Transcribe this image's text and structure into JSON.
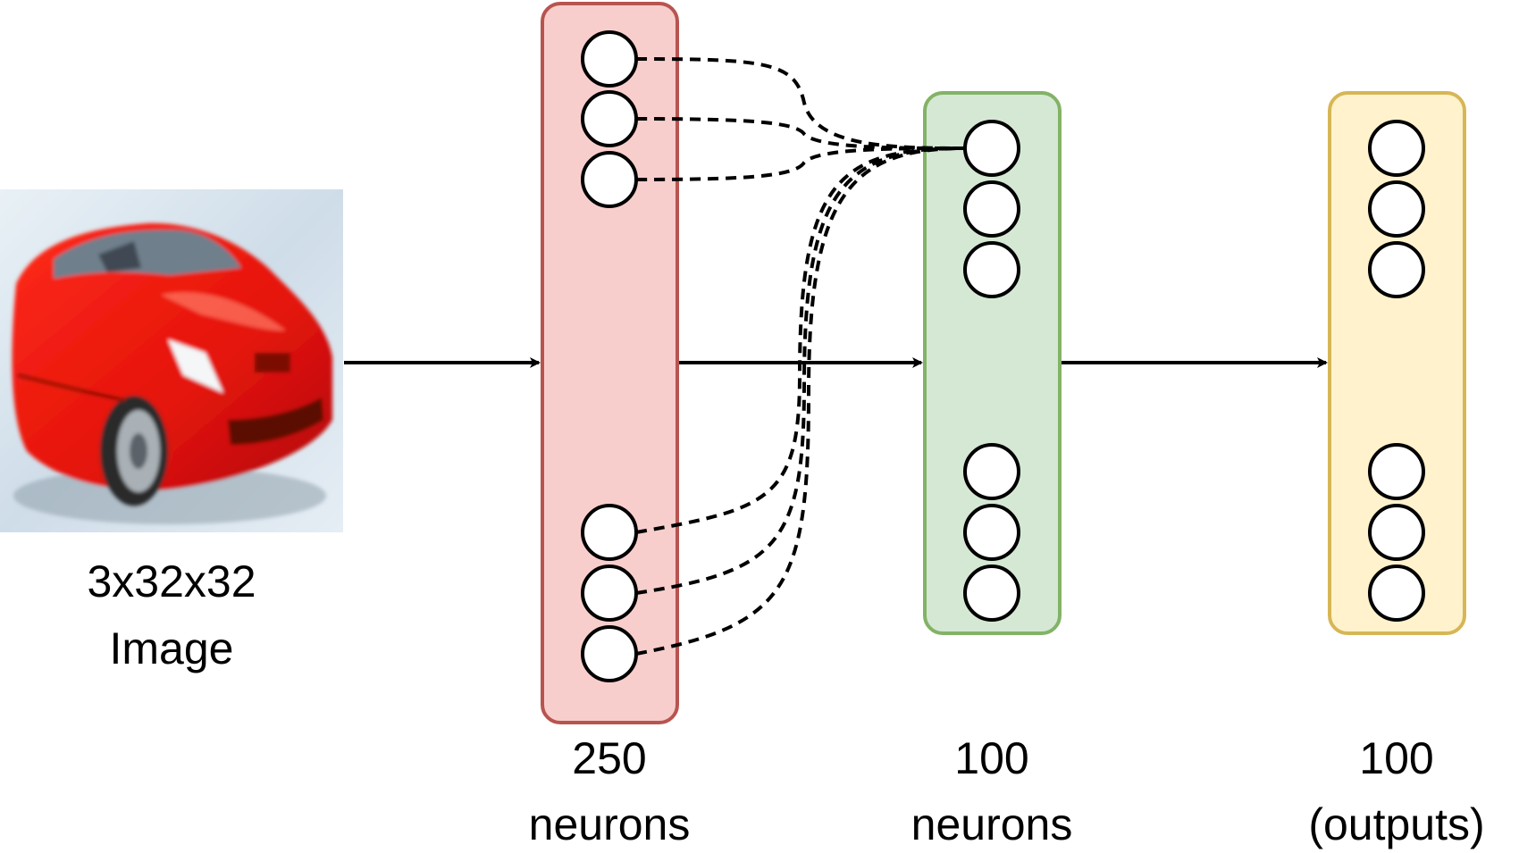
{
  "input": {
    "line1": "3x32x32",
    "line2": "Image",
    "picture": "red-car-photo"
  },
  "layers": [
    {
      "id": "hidden1",
      "line1": "250",
      "line2": "neurons",
      "fill": "#f8cecc",
      "stroke": "#b85450"
    },
    {
      "id": "hidden2",
      "line1": "100",
      "line2": "neurons",
      "fill": "#d5e8d4",
      "stroke": "#82b366"
    },
    {
      "id": "output",
      "line1": "100",
      "line2": "(outputs)",
      "fill": "#fff2cc",
      "stroke": "#d6b656"
    }
  ],
  "colors": {
    "arrow": "#000000",
    "neuron_fill": "#ffffff",
    "neuron_stroke": "#000000",
    "connection": "#000000"
  },
  "icons": {
    "arrow": "arrow-right-icon",
    "neuron": "circle-icon"
  }
}
